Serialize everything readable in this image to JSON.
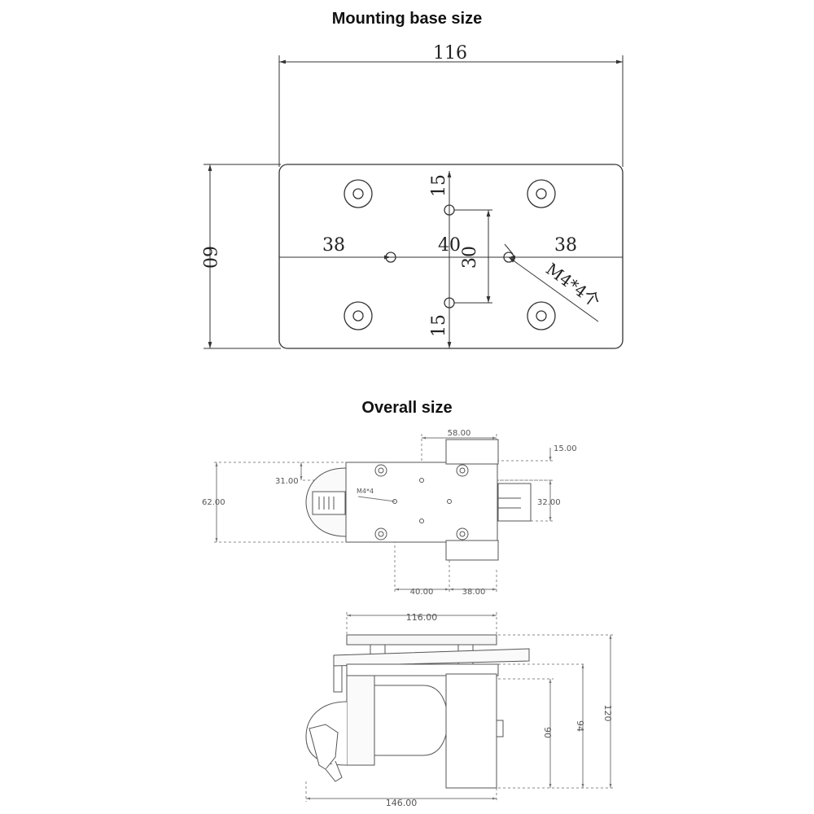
{
  "titles": {
    "mounting": "Mounting base size",
    "overall": "Overall size"
  },
  "base_plate": {
    "width": "116",
    "height": "60",
    "left_hole_offset": "38",
    "center_gap": "40",
    "right_hole_offset": "38",
    "vertical_hole_spacing": "30",
    "top_offset": "15",
    "bottom_offset": "15",
    "thread_note": "M4*4个"
  },
  "overall_top_view": {
    "width_58": "58.00",
    "height_15": "15.00",
    "height_31": "31.00",
    "height_62": "62.00",
    "height_32": "32.00",
    "spacing_40": "40.00",
    "spacing_38": "38.00",
    "thread_note": "M4*4"
  },
  "overall_side_view": {
    "width_116": "116.00",
    "width_146": "146.00",
    "height_90": "90",
    "height_94": "94",
    "height_120": "120"
  },
  "colors": {
    "line": "#333333",
    "dashed": "#888888",
    "fill": "#f4f4f4"
  }
}
